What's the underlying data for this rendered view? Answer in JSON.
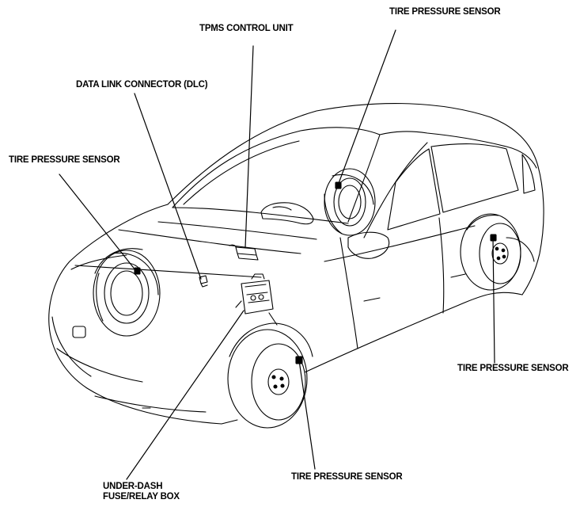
{
  "labels": {
    "tpms_control_unit": "TPMS CONTROL UNIT",
    "data_link_connector": "DATA LINK CONNECTOR (DLC)",
    "tire_sensor_front_left": "TIRE PRESSURE SENSOR",
    "tire_sensor_top_right": "TIRE PRESSURE SENSOR",
    "tire_sensor_rear_right": "TIRE PRESSURE SENSOR",
    "tire_sensor_front_right": "TIRE PRESSURE SENSOR",
    "under_dash_line1": "UNDER-DASH",
    "under_dash_line2": "FUSE/RELAY BOX"
  }
}
